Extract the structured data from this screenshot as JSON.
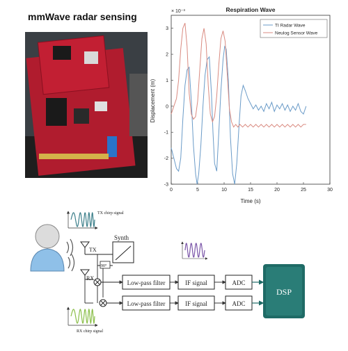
{
  "header": {
    "title": "mmWave radar sensing"
  },
  "photo": {
    "subject": "radar evaluation board"
  },
  "chart_data": {
    "type": "line",
    "title": "Respiration Wave",
    "xlabel": "Time (s)",
    "ylabel": "Displacement (m)",
    "exponent_label": "× 10⁻³",
    "xlim": [
      0,
      30
    ],
    "ylim": [
      -3,
      3.5
    ],
    "xticks": [
      "0",
      "5",
      "10",
      "15",
      "20",
      "25",
      "30"
    ],
    "yticks": [
      "-3",
      "-2",
      "-1",
      "0",
      "1",
      "2",
      "3"
    ],
    "grid": false,
    "legend_position": "top-right",
    "series": [
      {
        "name": "TI Radar Wave",
        "color": "#6a9bc8",
        "x": [
          0.0,
          0.5,
          1.0,
          1.4,
          1.8,
          2.2,
          2.6,
          3.0,
          3.4,
          3.8,
          4.2,
          4.6,
          4.9,
          5.2,
          5.6,
          6.0,
          6.4,
          6.8,
          7.2,
          7.6,
          7.9,
          8.2,
          8.6,
          9.0,
          9.4,
          9.8,
          10.1,
          10.4,
          10.8,
          11.2,
          11.6,
          12.0,
          12.4,
          12.8,
          13.2,
          13.6,
          14.0,
          14.5,
          15.0,
          15.5,
          16.0,
          16.5,
          17.0,
          17.5,
          18.0,
          18.5,
          19.0,
          19.5,
          20.0,
          20.5,
          21.0,
          21.5,
          22.0,
          22.5,
          23.0,
          23.5,
          24.0,
          24.5,
          25.0,
          25.5
        ],
        "values": [
          -1.6,
          -2.0,
          -2.4,
          -2.5,
          -2.0,
          -0.5,
          0.8,
          1.4,
          1.5,
          0.2,
          -1.5,
          -2.6,
          -3.0,
          -2.6,
          -1.5,
          0.0,
          1.2,
          1.8,
          1.9,
          0.5,
          -1.0,
          -2.2,
          -2.5,
          -1.0,
          0.6,
          1.8,
          2.3,
          2.2,
          1.0,
          -1.2,
          -2.6,
          -3.0,
          -2.2,
          -0.8,
          0.4,
          0.8,
          0.6,
          0.3,
          0.1,
          -0.1,
          0.05,
          -0.15,
          0.0,
          -0.2,
          0.1,
          -0.1,
          0.15,
          -0.2,
          0.05,
          -0.1,
          0.1,
          -0.15,
          0.05,
          -0.2,
          0.0,
          -0.15,
          0.1,
          -0.2,
          -0.3,
          0.0
        ]
      },
      {
        "name": "Neulog Sensor Wave",
        "color": "#d98a80",
        "x": [
          0.0,
          0.5,
          1.0,
          1.4,
          1.8,
          2.2,
          2.6,
          3.0,
          3.4,
          3.8,
          4.2,
          4.6,
          5.0,
          5.4,
          5.8,
          6.2,
          6.6,
          7.0,
          7.4,
          7.8,
          8.2,
          8.6,
          9.0,
          9.4,
          9.8,
          10.2,
          10.6,
          11.0,
          11.4,
          11.8,
          12.2,
          12.6,
          13.0,
          13.5,
          14.0,
          14.5,
          15.0,
          15.5,
          16.0,
          16.5,
          17.0,
          17.5,
          18.0,
          18.5,
          19.0,
          19.5,
          20.0,
          20.5,
          21.0,
          21.5,
          22.0,
          22.5,
          23.0,
          23.5,
          24.0,
          24.5,
          25.0,
          25.5
        ],
        "values": [
          -0.3,
          0.0,
          0.3,
          1.0,
          2.2,
          3.0,
          3.2,
          2.3,
          0.5,
          -0.3,
          -0.5,
          -0.4,
          0.2,
          1.4,
          2.6,
          3.0,
          2.4,
          0.8,
          -0.3,
          -0.6,
          -0.4,
          0.4,
          1.6,
          2.6,
          2.9,
          2.5,
          1.2,
          -0.1,
          -0.6,
          -0.8,
          -0.7,
          -0.8,
          -0.7,
          -0.8,
          -0.7,
          -0.8,
          -0.7,
          -0.8,
          -0.7,
          -0.8,
          -0.7,
          -0.8,
          -0.7,
          -0.8,
          -0.7,
          -0.8,
          -0.7,
          -0.8,
          -0.7,
          -0.8,
          -0.7,
          -0.8,
          -0.7,
          -0.8,
          -0.7,
          -0.8,
          -0.7,
          -0.7
        ]
      }
    ]
  },
  "diagram": {
    "tx_signal_label": "TX chirp signal",
    "rx_signal_label": "RX chirp signal",
    "tx_label": "TX",
    "rx_label": "RX",
    "synth_label": "Synth",
    "phase_label": "90°",
    "lpf_top": "Low-pass filter",
    "lpf_bottom": "Low-pass filter",
    "if_top": "IF signal",
    "if_bottom": "IF signal",
    "adc_top": "ADC",
    "adc_bottom": "ADC",
    "dsp_label": "DSP",
    "colors": {
      "tx_wave": "#3c7f8a",
      "rx_wave": "#8bbf4a",
      "if_wave": "#7a55a8",
      "dsp": "#1f6b66",
      "arrow": "#1f6b66"
    }
  }
}
